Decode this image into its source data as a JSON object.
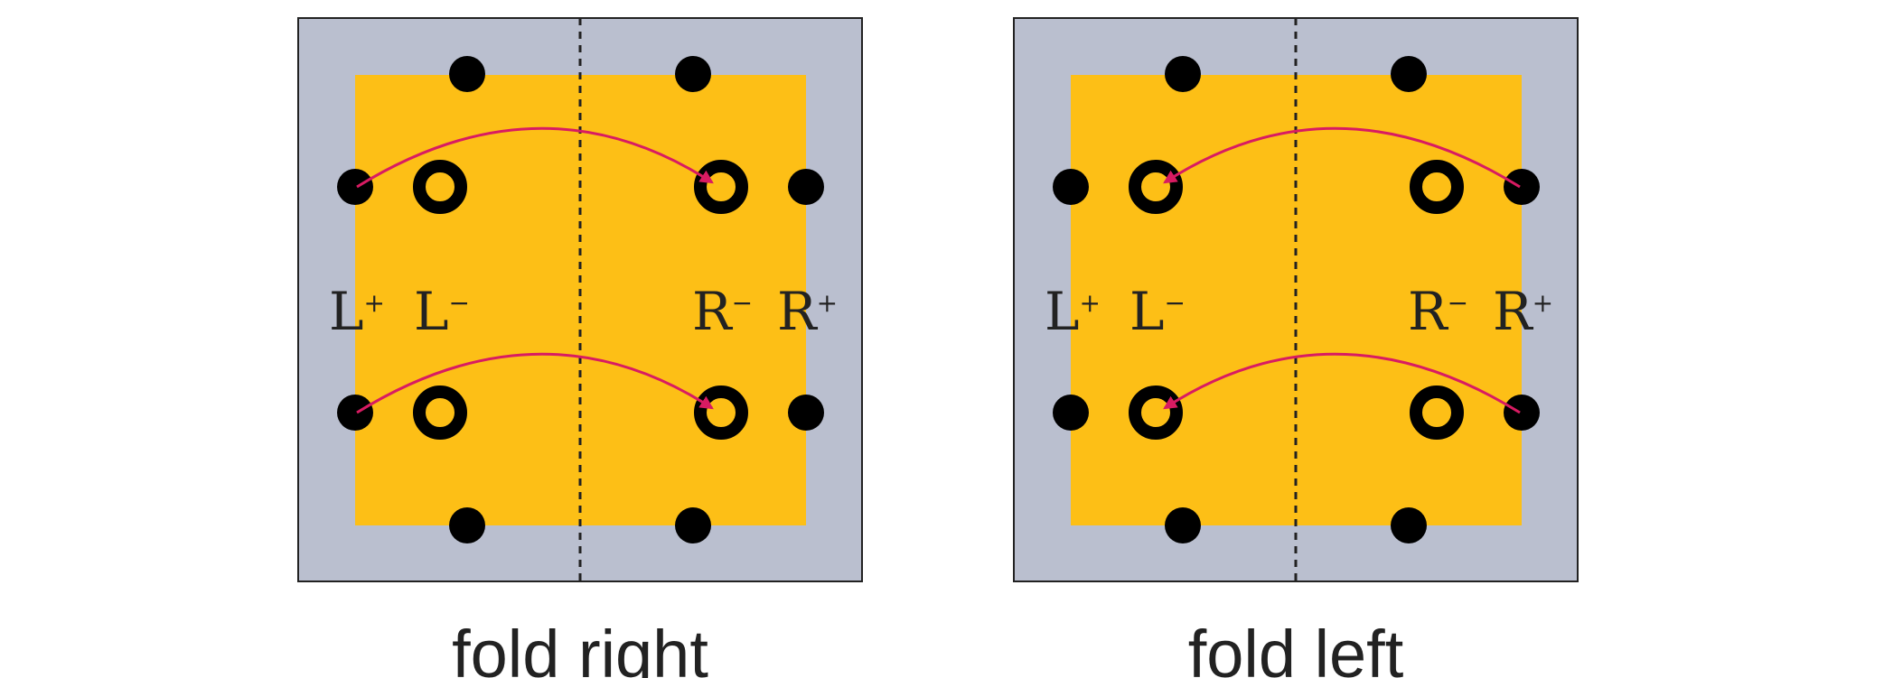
{
  "colors": {
    "background": "#ffffff",
    "frame_fill": "#babfcf",
    "frame_stroke": "#222222",
    "inner_fill": "#fdbf16",
    "fold_line": "#222222",
    "dot": "#000000",
    "ring_stroke": "#000000",
    "arrow": "#d81b62",
    "text": "#222222"
  },
  "panels": [
    {
      "id": "fold-right",
      "caption": "fold right",
      "direction": "right",
      "labels": [
        {
          "id": "l-plus",
          "base": "L",
          "sup": "+"
        },
        {
          "id": "l-minus",
          "base": "L",
          "sup": "−"
        },
        {
          "id": "r-minus",
          "base": "R",
          "sup": "−"
        },
        {
          "id": "r-plus",
          "base": "R",
          "sup": "+"
        }
      ],
      "rings_top": [
        "left-ring",
        "right-ring"
      ],
      "arrow_count": 2
    },
    {
      "id": "fold-left",
      "caption": "fold left",
      "direction": "left",
      "labels": [
        {
          "id": "l-plus",
          "base": "L",
          "sup": "+"
        },
        {
          "id": "l-minus",
          "base": "L",
          "sup": "−"
        },
        {
          "id": "r-minus",
          "base": "R",
          "sup": "−"
        },
        {
          "id": "r-plus",
          "base": "R",
          "sup": "+"
        }
      ],
      "rings_top": [
        "left-ring",
        "right-ring"
      ],
      "arrow_count": 2
    }
  ]
}
